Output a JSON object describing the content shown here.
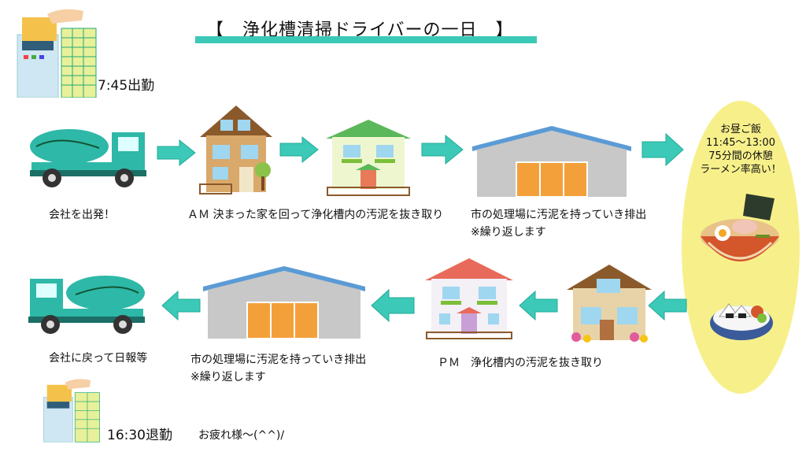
{
  "title": "【　浄化槽清掃ドライバーの一日　】",
  "clock_in": "7:45出勤",
  "clock_out": "16:30退勤",
  "closing_note": "お疲れ様～(^^)/",
  "morning": {
    "depart": "会社を出発！",
    "visit": "ＡＭ 決まった家を回って浄化槽内の汚泥を抜き取り",
    "dump_line1": "市の処理場に汚泥を持っていき排出",
    "dump_line2": "※繰り返します"
  },
  "lunch": {
    "line1": "お昼ご飯",
    "line2": "11:45～13:00",
    "line3": "75分間の休憩",
    "line4": "ラーメン率高い！"
  },
  "afternoon": {
    "visit": "ＰＭ　浄化槽内の汚泥を抜き取り",
    "dump_line1": "市の処理場に汚泥を持っていき排出",
    "dump_line2": "※繰り返します",
    "return": "会社に戻って日報等"
  },
  "colors": {
    "accent": "#3cc9b7",
    "truck": "#2eb8a8",
    "lunch_bg": "#f7f08a",
    "warehouse_door": "#f4a03a"
  }
}
